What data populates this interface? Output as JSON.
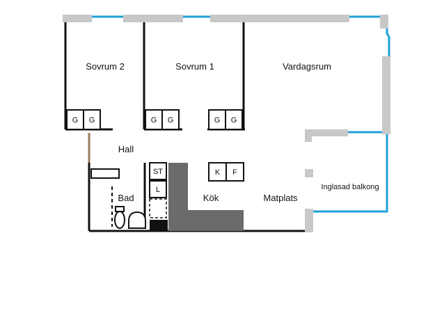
{
  "rooms": {
    "bedroom2": "Sovrum 2",
    "bedroom1": "Sovrum 1",
    "living": "Vardagsrum",
    "hall": "Hall",
    "bath": "Bad",
    "kitchen": "Kök",
    "dining": "Matplats",
    "balcony": "Inglasad balkong"
  },
  "fixtures": {
    "closet": "G",
    "dryer": "ST",
    "l": "L",
    "fridge": "K",
    "freezer": "F"
  },
  "colors": {
    "wall": "#111111",
    "exterior_wall": "#c8c8c8",
    "window": "#1e9fd8",
    "kitchen_counter": "#6b6b6b",
    "door_leaf": "#9a7a5a"
  }
}
